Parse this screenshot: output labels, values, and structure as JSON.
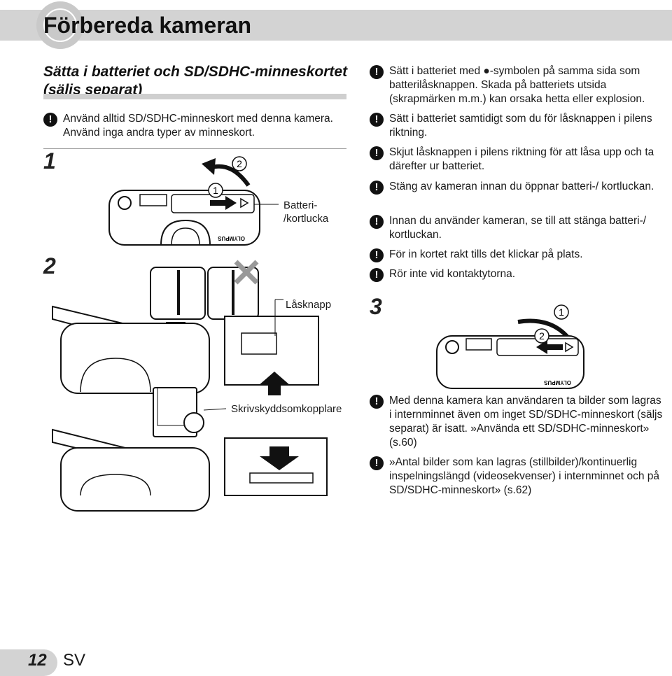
{
  "header": {
    "title": "Förbereda kameran"
  },
  "section": {
    "title": "Sätta i batteriet och SD/SDHC-minneskortet (säljs separat)"
  },
  "intro_note": "Använd alltid SD/SDHC-minneskort med denna kamera. Använd inga andra typer av minneskort.",
  "steps": {
    "s1": "1",
    "s2": "2",
    "s3": "3"
  },
  "circled": {
    "c1": "1",
    "c2": "2"
  },
  "figure_labels": {
    "battery_door": "Batteri-\n/kortlucka",
    "lock_knob": "Låsknapp",
    "write_protect": "Skrivskyddsomkopplare",
    "brand": "OLYMPUS"
  },
  "notes_right": [
    "Sätt i batteriet med ●-symbolen på samma sida som batterilåsknappen. Skada på batteriets utsida (skrapmärken m.m.) kan orsaka hetta eller explosion.",
    "Sätt i batteriet samtidigt som du för låsknappen i pilens riktning.",
    "Skjut låsknappen i pilens riktning för att låsa upp och ta därefter ur batteriet.",
    "Stäng av kameran innan du öppnar batteri-/ kortluckan.",
    "Innan du använder kameran, se till att stänga batteri-/ kortluckan.",
    "För in kortet rakt tills det klickar på plats.",
    "Rör inte vid kontaktytorna."
  ],
  "notes_bottom": [
    "Med denna kamera kan användaren ta bilder som lagras i internminnet även om inget SD/SDHC-minneskort (säljs separat) är isatt. »Använda ett SD/SDHC-minneskort» (s.60)",
    "»Antal bilder som kan lagras (stillbilder)/kontinuerlig inspelningslängd (videosekvenser) i internminnet och på SD/SDHC-minneskort» (s.62)"
  ],
  "caution_glyph": "!",
  "footer": {
    "page": "12",
    "lang": "SV"
  },
  "colors": {
    "header_bg": "#d3d3d3",
    "text": "#1a1a1a",
    "rule": "#cfcfcf"
  }
}
